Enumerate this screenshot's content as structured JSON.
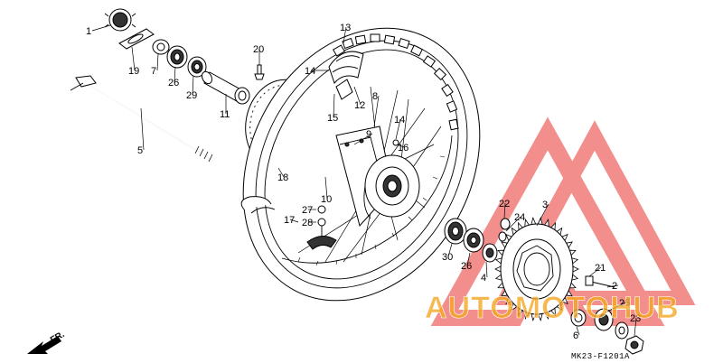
{
  "diagram": {
    "labels": [
      {
        "id": "p1",
        "text": "1"
      },
      {
        "id": "p19",
        "text": "19"
      },
      {
        "id": "p7",
        "text": "7"
      },
      {
        "id": "p26a",
        "text": "26"
      },
      {
        "id": "p29",
        "text": "29"
      },
      {
        "id": "p20",
        "text": "20"
      },
      {
        "id": "p11",
        "text": "11"
      },
      {
        "id": "p5",
        "text": "5"
      },
      {
        "id": "p18",
        "text": "18"
      },
      {
        "id": "p13",
        "text": "13"
      },
      {
        "id": "p14a",
        "text": "14"
      },
      {
        "id": "p15",
        "text": "15"
      },
      {
        "id": "p12",
        "text": "12"
      },
      {
        "id": "p8",
        "text": "8"
      },
      {
        "id": "p9",
        "text": "9"
      },
      {
        "id": "p14b",
        "text": "14"
      },
      {
        "id": "p16",
        "text": "16"
      },
      {
        "id": "p10",
        "text": "10"
      },
      {
        "id": "p27",
        "text": "27"
      },
      {
        "id": "p17",
        "text": "17"
      },
      {
        "id": "p28",
        "text": "28"
      },
      {
        "id": "p22",
        "text": "22"
      },
      {
        "id": "p24",
        "text": "24"
      },
      {
        "id": "p3",
        "text": "3"
      },
      {
        "id": "p30",
        "text": "30"
      },
      {
        "id": "p26b",
        "text": "26"
      },
      {
        "id": "p4",
        "text": "4"
      },
      {
        "id": "p21",
        "text": "21"
      },
      {
        "id": "p2",
        "text": "2"
      },
      {
        "id": "p25",
        "text": "25"
      },
      {
        "id": "p6",
        "text": "6"
      },
      {
        "id": "p23",
        "text": "23"
      }
    ],
    "direction_label": "FR.",
    "diagram_code": "MK23-F1201A"
  },
  "watermark": {
    "text": "AUTOMOTOHUB",
    "colors": {
      "triangle": "#e8322f",
      "text": "#f5a623"
    }
  }
}
